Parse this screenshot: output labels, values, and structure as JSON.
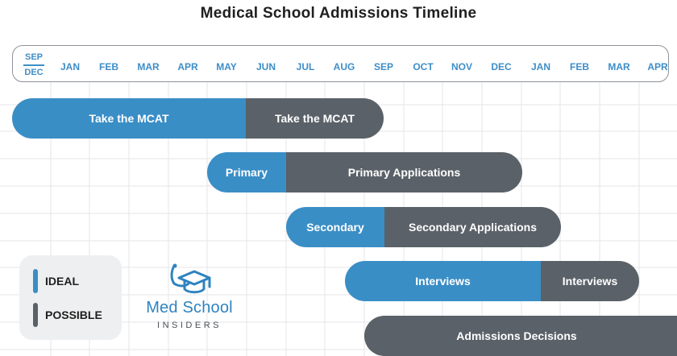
{
  "title": "Medical School Admissions Timeline",
  "months": {
    "first_top": "SEP",
    "first_bottom": "DEC",
    "labels": [
      "JAN",
      "FEB",
      "MAR",
      "APR",
      "MAY",
      "JUN",
      "JUL",
      "AUG",
      "SEP",
      "OCT",
      "NOV",
      "DEC",
      "JAN",
      "FEB",
      "MAR",
      "APR"
    ]
  },
  "bars": [
    {
      "name": "mcat",
      "ideal": "Take the MCAT",
      "possible": "Take the MCAT"
    },
    {
      "name": "primary",
      "ideal": "Primary",
      "possible": "Primary Applications"
    },
    {
      "name": "secondary",
      "ideal": "Secondary",
      "possible": "Secondary Applications"
    },
    {
      "name": "interviews",
      "ideal": "Interviews",
      "possible": "Interviews"
    },
    {
      "name": "decisions",
      "possible": "Admissions Decisions"
    }
  ],
  "legend": {
    "ideal": "IDEAL",
    "possible": "POSSIBLE"
  },
  "logo": {
    "name": "Med School",
    "sub": "INSIDERS"
  },
  "colors": {
    "ideal": "#3a8ec6",
    "possible": "#5a6168",
    "month_text": "#3e8ec7",
    "grid": "#e4e6e8"
  }
}
